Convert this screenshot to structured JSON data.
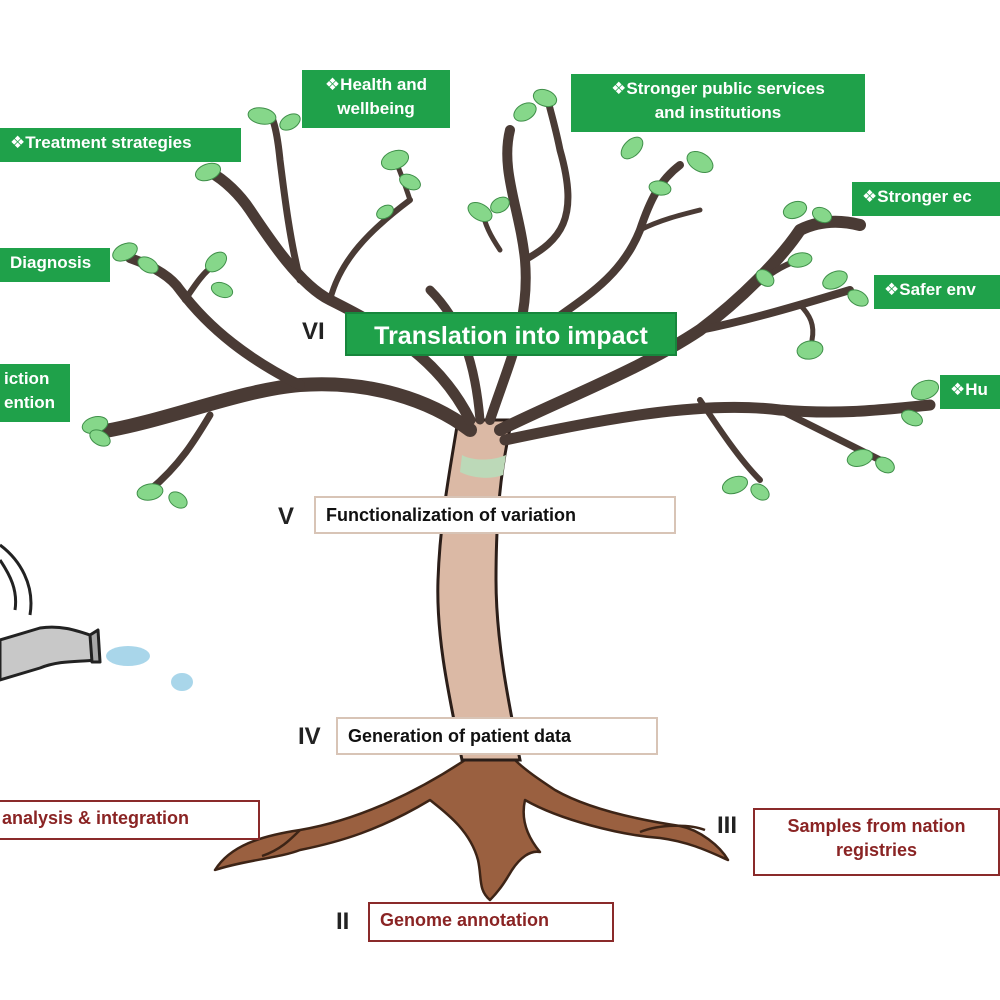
{
  "impact_title": "Translation into impact",
  "numerals": {
    "vi": "VI",
    "v": "V",
    "iv": "IV",
    "iii": "III",
    "ii": "II"
  },
  "benefits": {
    "health": [
      "❖Health and",
      "wellbeing"
    ],
    "treatment": "❖Treatment strategies",
    "diagnosis": "Diagnosis",
    "prediction": [
      "iction",
      "ention"
    ],
    "public_services": [
      "❖Stronger public services",
      "and institutions"
    ],
    "economy": "❖Stronger ec",
    "environment": "❖Safer env",
    "human": "❖Hu"
  },
  "stages": {
    "functionalization": "Functionalization of variation",
    "patient_data": "Generation of patient data",
    "samples": [
      "Samples from nation",
      "registries"
    ],
    "genome": "Genome annotation",
    "analysis": "analysis & integration"
  },
  "colors": {
    "leaf_green": "#1fa14a",
    "bark": "#4a3b35",
    "trunk": "#d8b8a4",
    "roots": "#9a6040",
    "water": "#a9d6ea",
    "root_label": "#8a2424"
  }
}
